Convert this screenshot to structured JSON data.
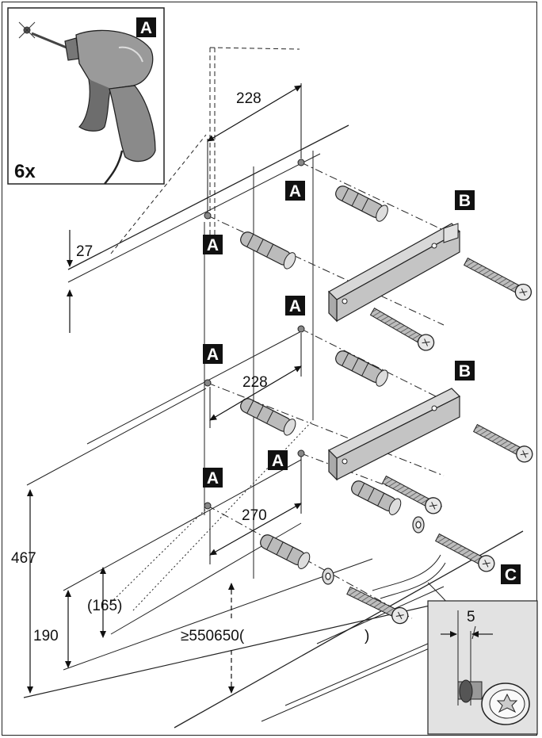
{
  "labels": {
    "a": "A",
    "b": "B",
    "c": "C",
    "count": "6x"
  },
  "dimensions": {
    "d27": "27",
    "d228_top": "228",
    "d228_mid": "228",
    "d270": "270",
    "d467": "467",
    "d165": "(165)",
    "d190": "190",
    "d550": "≥550650(",
    "d550_close": ")",
    "d5": "5"
  },
  "colors": {
    "ink": "#111111",
    "metal": "#cfcfcf",
    "drill_body": "#9a9a9a",
    "inset_bg": "#e2e2e2"
  }
}
